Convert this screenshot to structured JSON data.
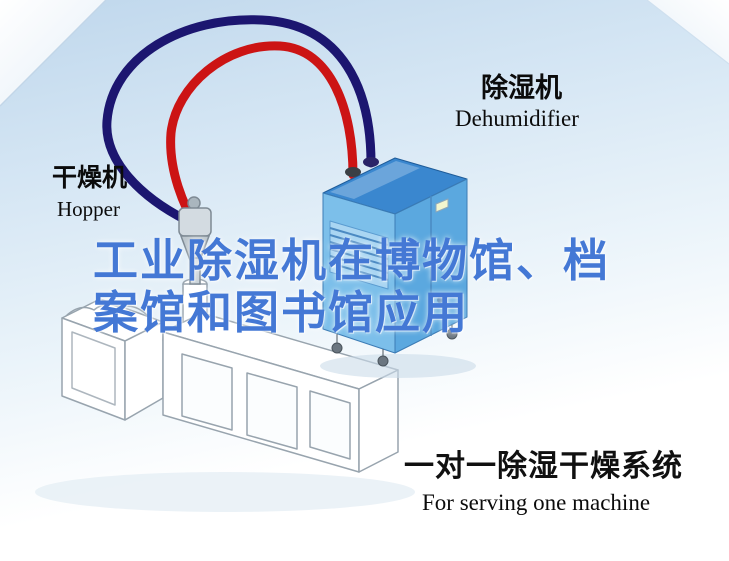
{
  "title": {
    "lines": [
      "工业除湿机在博物馆、档",
      "案馆和图书馆应用"
    ]
  },
  "labels": {
    "hopper": {
      "cn": "干燥机",
      "en": "Hopper"
    },
    "dehumidifier": {
      "cn": "除湿机",
      "en": "Dehumidifier"
    }
  },
  "caption": {
    "cn": "一对一除湿干燥系统",
    "en": "For serving one machine"
  },
  "colors": {
    "background_top": "#bfd7ec",
    "background_bottom": "#ffffff",
    "title_blue": "#4478d5",
    "text_black": "#0b0b0b",
    "pipe_red": "#cc1414",
    "pipe_navy": "#1c1670",
    "dehumidifier_top": "#3a87cf",
    "dehumidifier_front": "#7cbfea",
    "dehumidifier_side": "#5ba8df",
    "vent_panel": "#a9d5f2",
    "machine_outline": "#98a4ae"
  }
}
